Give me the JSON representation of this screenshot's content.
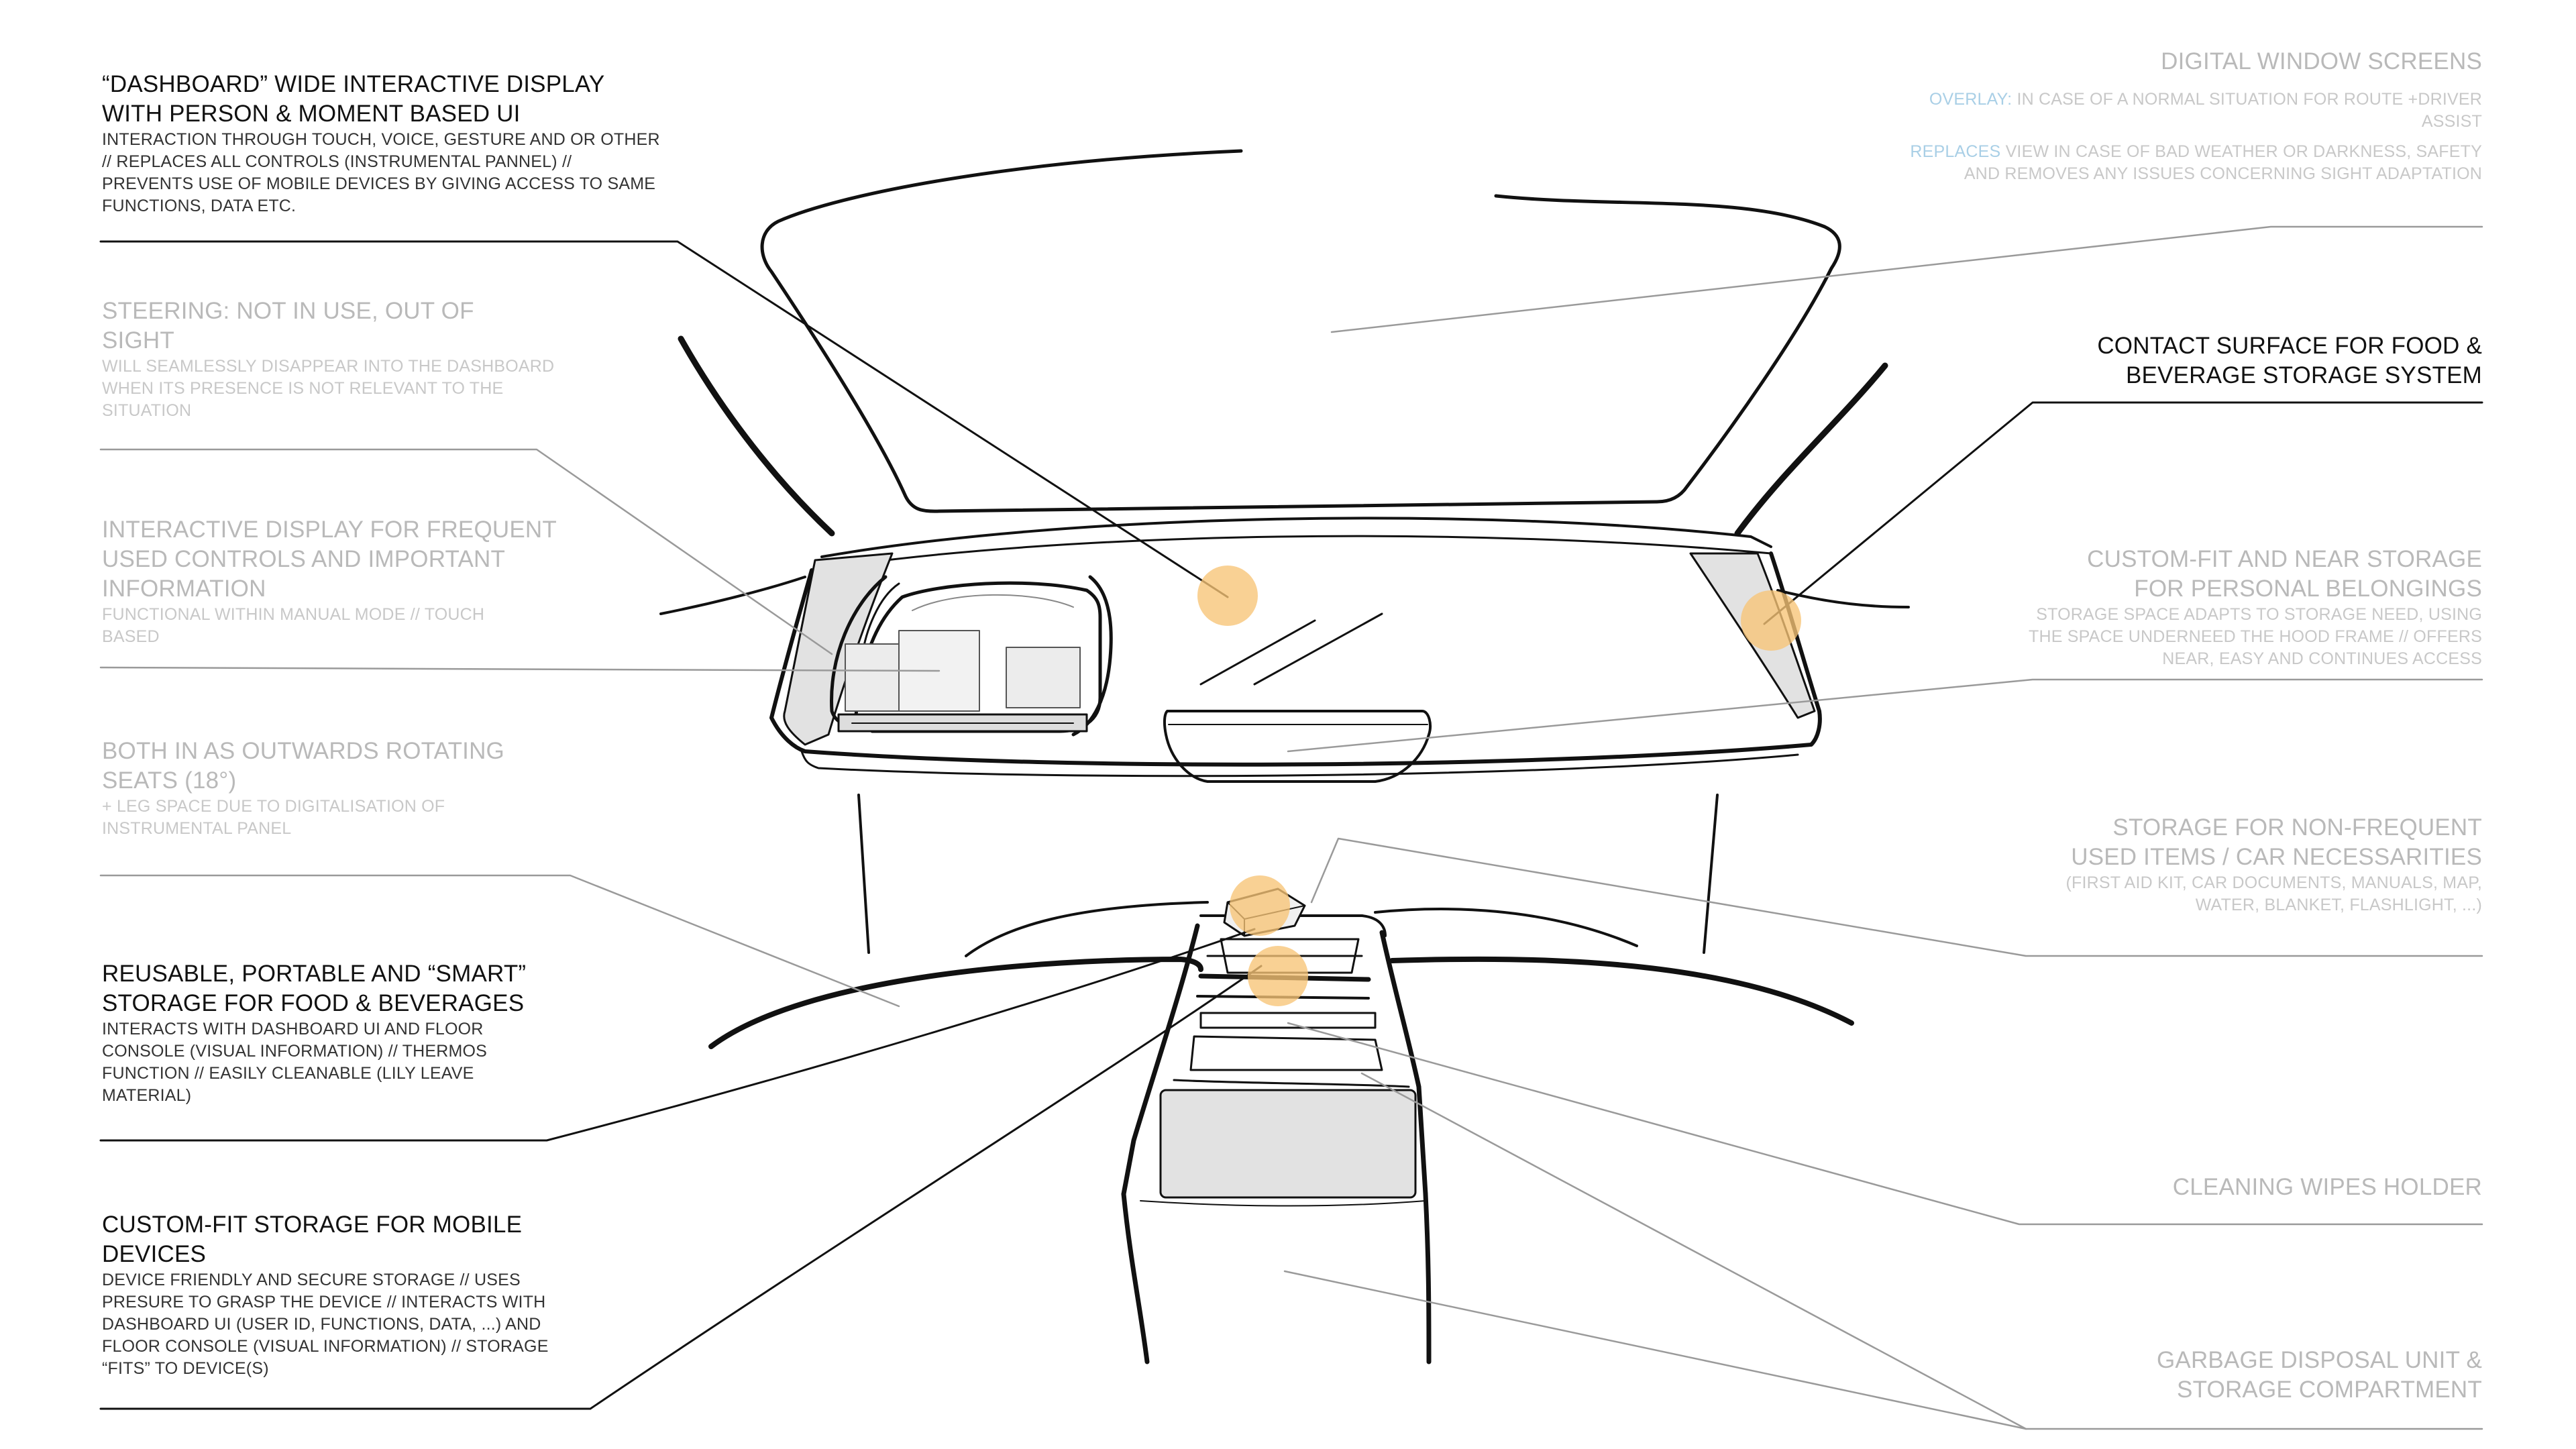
{
  "colors": {
    "dark_text": "#111111",
    "grey_text": "#b9b9b9",
    "blue_accent": "#a9cfe6",
    "hotspot": "#f7c476"
  },
  "labels": {
    "dashboard_display": {
      "title_line1": "“DASHBOARD” WIDE INTERACTIVE DISPLAY",
      "title_line2": "WITH PERSON & MOMENT BASED UI",
      "desc": "INTERACTION THROUGH TOUCH, VOICE, GESTURE AND OR OTHER // REPLACES ALL CONTROLS (INSTRUMENTAL PANNEL) // PREVENTS USE OF MOBILE DEVICES BY GIVING ACCESS TO SAME FUNCTIONS, DATA ETC."
    },
    "steering": {
      "title": "STEERING: NOT IN USE, OUT OF SIGHT",
      "desc": "WILL SEAMLESSLY DISAPPEAR INTO THE DASHBOARD WHEN ITS PRESENCE IS NOT RELEVANT TO THE SITUATION"
    },
    "frequent_controls": {
      "title": "INTERACTIVE DISPLAY FOR FREQUENT USED CONTROLS AND IMPORTANT INFORMATION",
      "desc": "FUNCTIONAL WITHIN MANUAL MODE // TOUCH BASED"
    },
    "rotating_seats": {
      "title": "BOTH IN AS OUTWARDS ROTATING SEATS (18°)",
      "desc": "+ LEG SPACE DUE TO DIGITALISATION OF INSTRUMENTAL PANEL"
    },
    "smart_storage": {
      "title": "REUSABLE, PORTABLE AND “SMART” STORAGE FOR FOOD & BEVERAGES",
      "desc": "INTERACTS WITH DASHBOARD UI AND FLOOR CONSOLE (VISUAL INFORMATION) // THERMOS FUNCTION // EASILY CLEANABLE (LILY LEAVE MATERIAL)"
    },
    "mobile_storage": {
      "title": "CUSTOM-FIT STORAGE FOR MOBILE DEVICES",
      "desc": "DEVICE FRIENDLY AND SECURE STORAGE // USES PRESURE TO GRASP THE DEVICE // INTERACTS WITH DASHBOARD UI (USER ID, FUNCTIONS, DATA, ...) AND FLOOR CONSOLE (VISUAL INFORMATION) // STORAGE “FITS” TO DEVICE(S)"
    },
    "window_screens": {
      "title": "DIGITAL WINDOW SCREENS",
      "overlay_key": "OVERLAY:",
      "overlay_text": "IN CASE OF A NORMAL SITUATION FOR ROUTE +DRIVER ASSIST",
      "replaces_key": "REPLACES",
      "replaces_text": "VIEW IN CASE OF BAD WEATHER OR DARKNESS, SAFETY AND REMOVES ANY ISSUES CONCERNING SIGHT ADAPTATION"
    },
    "contact_surface": {
      "title": "CONTACT SURFACE FOR FOOD & BEVERAGE STORAGE SYSTEM"
    },
    "personal_storage": {
      "title": "CUSTOM-FIT AND NEAR STORAGE FOR PERSONAL BELONGINGS",
      "desc": "STORAGE SPACE ADAPTS TO STORAGE NEED, USING THE SPACE UNDERNEED THE HOOD FRAME // OFFERS NEAR, EASY AND CONTINUES ACCESS"
    },
    "nonfrequent_storage": {
      "title": "STORAGE FOR NON-FREQUENT USED ITEMS / CAR NECESSARITIES",
      "desc": "(FIRST AID KIT, CAR DOCUMENTS, MANUALS, MAP, WATER, BLANKET, FLASHLIGHT, ...)"
    },
    "wipes_holder": {
      "title": "CLEANING WIPES HOLDER"
    },
    "garbage_unit": {
      "title": "GARBAGE DISPOSAL UNIT & STORAGE COMPARTMENT"
    }
  }
}
